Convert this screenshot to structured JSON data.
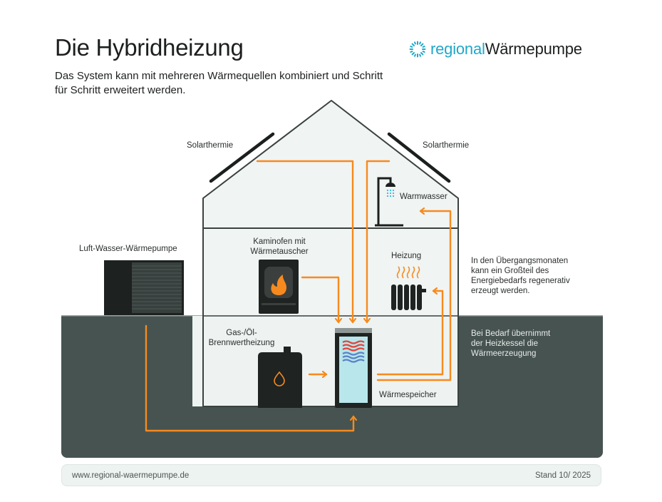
{
  "header": {
    "title": "Die Hybridheizung",
    "subtitle": "Das System kann mit mehreren Wärmequellen kombiniert und Schritt für Schritt erweitert werden."
  },
  "logo": {
    "part_accent": "regional",
    "part_dark": "Wärmepumpe",
    "icon": "sun-burst-icon",
    "accent_color": "#1fa8c9"
  },
  "labels": {
    "solar_left": "Solarthermie",
    "solar_right": "Solarthermie",
    "warmwasser": "Warmwasser",
    "kaminofen": "Kaminofen mit Wärmetauscher",
    "heizung": "Heizung",
    "waermepumpe": "Luft-Wasser-Wärmepumpe",
    "brennwert": "Gas-/Öl-Brennwertheizung",
    "speicher": "Wärmespeicher"
  },
  "notes": {
    "uebergang": "In den Übergangsmonaten kann ein Großteil des Energiebedarfs regenerativ erzeugt werden.",
    "bedarf": "Bei Bedarf übernimmt der Heizkessel die Wärmeerzeugung"
  },
  "footer": {
    "url": "www.regional-waermepumpe.de",
    "stand": "Stand 10/ 2025"
  },
  "colors": {
    "flow": "#f78a1e",
    "ground": "#465351",
    "house_fill": "#eef3f1",
    "outline": "#3a4240",
    "tank_water": "#b9e6ea",
    "hot_coil": "#e2443b",
    "cold_coil": "#5a82c8"
  }
}
